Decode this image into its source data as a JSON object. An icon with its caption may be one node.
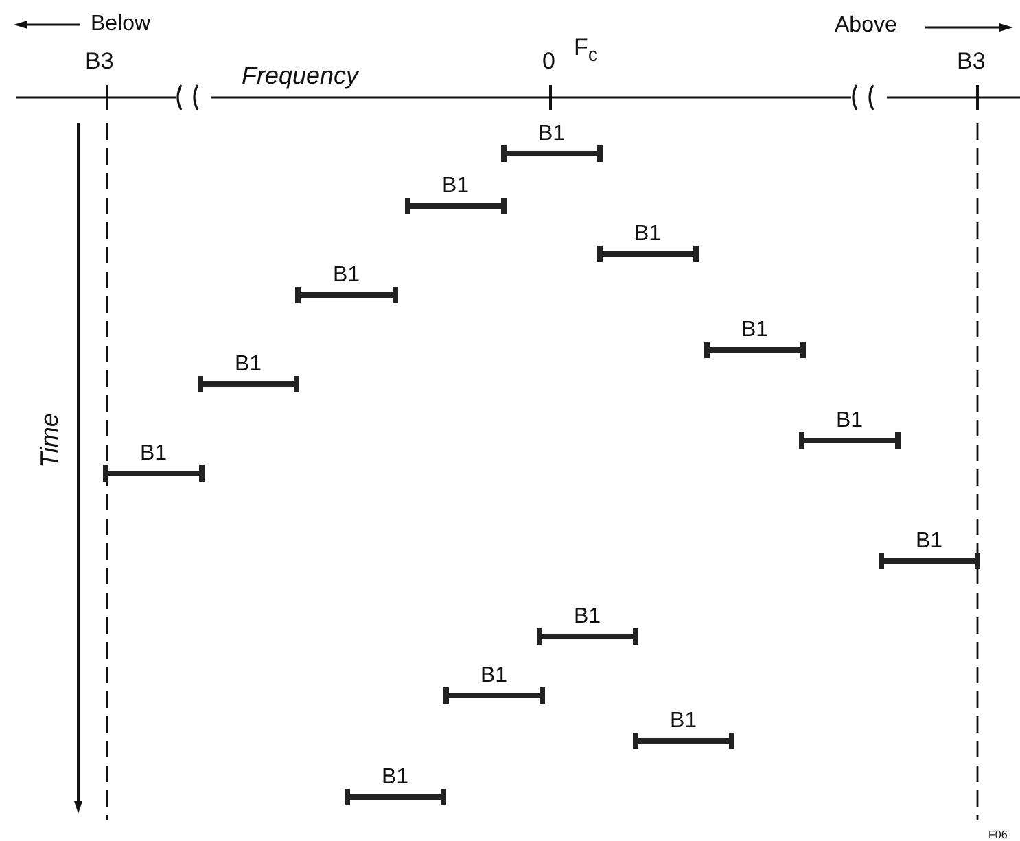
{
  "diagram": {
    "labels": [
      "Below",
      "Above",
      "B3",
      "Frequency",
      "0",
      "F$_{c}$",
      "B3",
      "Time",
      "B1",
      "B1",
      "B1",
      "B1",
      "B1",
      "B1",
      "B1",
      "B1",
      "B1",
      "B1",
      "B1",
      "B1",
      "B1",
      "F06"
    ]
  }
}
